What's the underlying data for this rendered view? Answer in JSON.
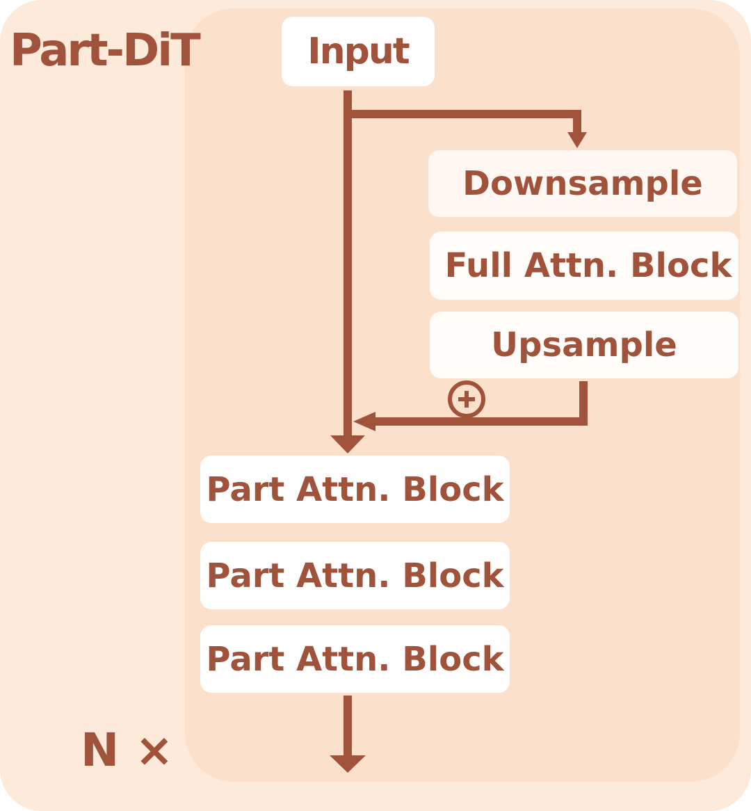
{
  "diagram": {
    "title": "Part-DiT",
    "repeat_label": "N ×",
    "blocks": {
      "input": "Input",
      "downsample": "Downsample",
      "full_attn": "Full Attn. Block",
      "upsample": "Upsample",
      "part_attn_1": "Part Attn. Block",
      "part_attn_2": "Part Attn. Block",
      "part_attn_3": "Part Attn. Block"
    },
    "icons": {
      "add": "plus-circle-icon",
      "arrow": "arrow-head-icon"
    },
    "colors": {
      "accent": "#a0533a",
      "outer_background": "#fdeadb",
      "inner_background": "#fbe0cc",
      "block_fill": "#ffffff"
    }
  }
}
